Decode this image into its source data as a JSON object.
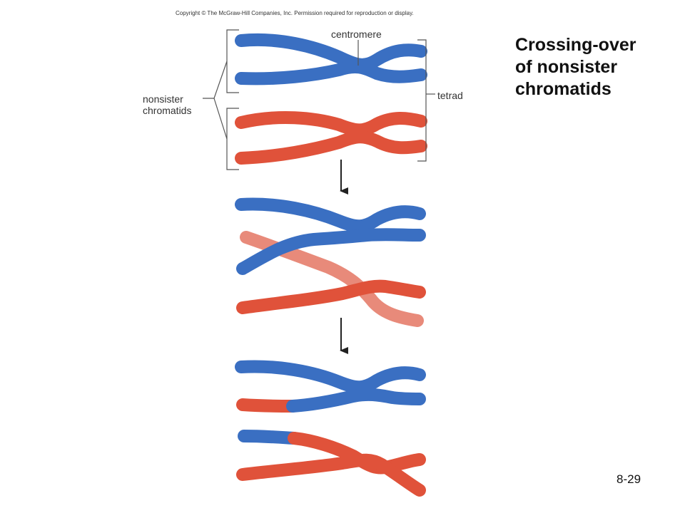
{
  "copyright": "Copyright © The McGraw-Hill Companies, Inc. Permission required for reproduction or display.",
  "title": {
    "line1": "Crossing-over",
    "line2": "of nonsister",
    "line3": "chromatids"
  },
  "labels": {
    "centromere": "centromere",
    "nonsister_line1": "nonsister",
    "nonsister_line2": "chromatids",
    "tetrad": "tetrad"
  },
  "page_number": "8-29",
  "colors": {
    "blue": "#3a6fc2",
    "blue_dark": "#2a55a0",
    "red": "#e0523a",
    "red_dark": "#c73a26",
    "red_light": "#e88a7a",
    "line": "#555555"
  }
}
